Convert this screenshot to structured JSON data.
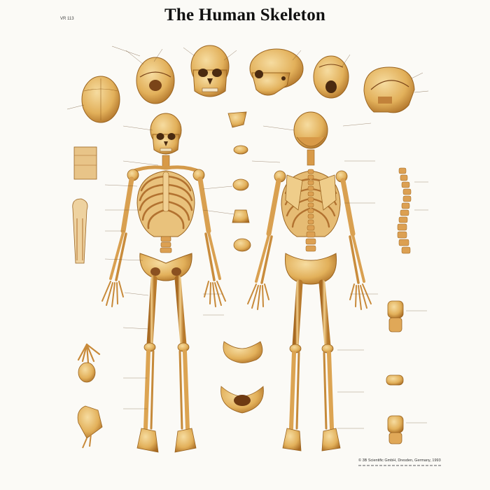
{
  "poster": {
    "title": "The Human Skeleton",
    "code": "VR 113",
    "publisher": "© 3B Scientific GmbH, Dresden, Germany, 1993",
    "colors": {
      "bone": "#e2b05a",
      "bone_shadow": "#a86a22",
      "bone_light": "#f6dca0",
      "background": "#fbfaf6",
      "leader_line": "#6a4a2a"
    }
  }
}
